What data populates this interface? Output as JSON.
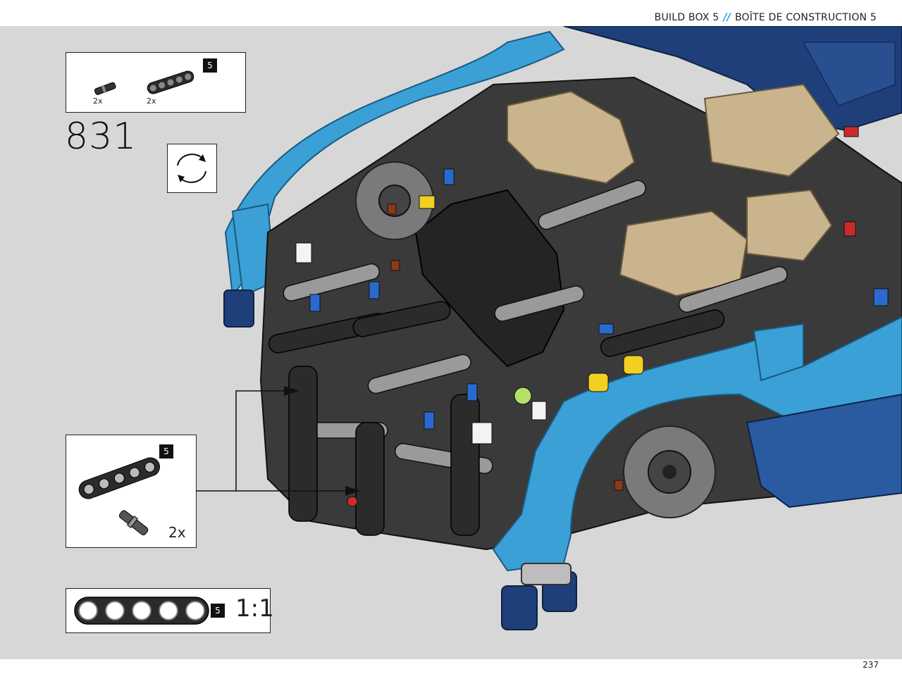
{
  "header": {
    "left_text": "BUILD BOX 5",
    "separator": "//",
    "right_text": "BOÎTE DE CONSTRUCTION 5"
  },
  "parts_box": {
    "items": [
      {
        "icon": "axle-pin-icon",
        "quantity": "2x"
      },
      {
        "icon": "technic-beam-5-icon",
        "quantity": "2x",
        "badge": "5"
      }
    ]
  },
  "step": {
    "number": "831"
  },
  "rotate_icon": "rotate-model-icon",
  "subassembly": {
    "badge": "5",
    "quantity": "2x"
  },
  "scale_box": {
    "badge": "5",
    "ratio": "1:1"
  },
  "colors": {
    "background": "#d7d7d7",
    "body_blue": "#3aa0d6",
    "dark_blue": "#1e3f7a",
    "tan": "#c9b48e",
    "beam_black": "#2b2b2b",
    "accent": "#1aa0d8"
  },
  "page": {
    "number": "237"
  }
}
